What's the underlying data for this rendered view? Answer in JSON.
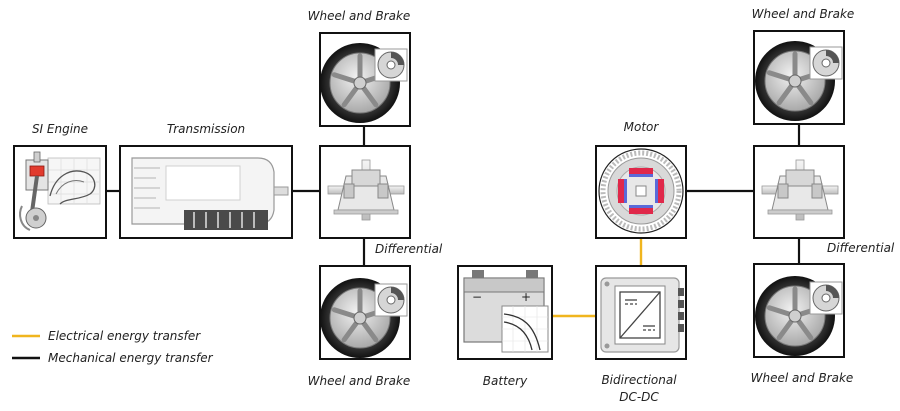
{
  "labels": {
    "si_engine": "SI Engine",
    "transmission": "Transmission",
    "wheel_top_left": "Wheel and Brake",
    "wheel_bottom_left": "Wheel and Brake",
    "differential_left": "Differential",
    "motor": "Motor",
    "wheel_top_right": "Wheel and Brake",
    "wheel_bottom_right": "Wheel and Brake",
    "differential_right": "Differential",
    "battery": "Battery",
    "dcdc_line1": "Bidirectional",
    "dcdc_line2": "DC-DC",
    "battery_minus": "−",
    "battery_plus": "+"
  },
  "legend": {
    "electrical": "Electrical energy transfer",
    "mechanical": "Mechanical energy transfer"
  },
  "colors": {
    "electrical": "#f0b51e",
    "mechanical": "#111111",
    "magnet_red": "#e0284a",
    "magnet_blue": "#5a6ad8",
    "engine_red": "#e23b2e"
  },
  "icons": {
    "engine": "engine-icon",
    "transmission": "transmission-icon",
    "wheel": "wheel-brake-icon",
    "differential": "differential-icon",
    "motor": "motor-icon",
    "battery": "battery-icon",
    "dcdc": "dcdc-converter-icon"
  }
}
